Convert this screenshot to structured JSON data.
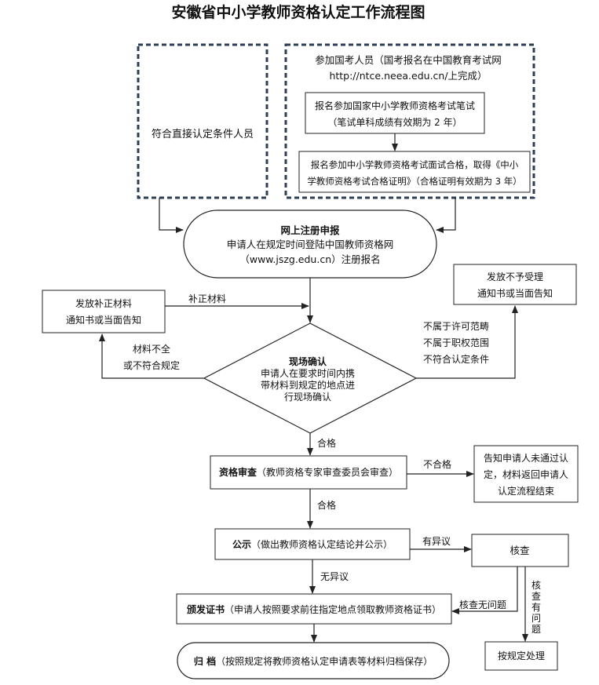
{
  "title": "安徽省中小学教师资格认定工作流程图",
  "boxes": {
    "direct": "符合直接认定条件人员",
    "exam_group_line1": "参加国考人员（国考报名在中国教育考试网",
    "exam_group_line2": "http://ntce.neea.edu.cn/上完成）",
    "written_line1": "报名参加国家中小学教师资格考试笔试",
    "written_line2": "（笔试单科成绩有效期为 2 年）",
    "interview_line1": "报名参加中小学教师资格考试面试合格，取得《中小",
    "interview_line2": "学教师资格考试合格证明》（合格证明有效期为 3 年）",
    "register_title": "网上注册申报",
    "register_line1": "申请人在规定时间登陆中国教师资格网",
    "register_line2": "（www.jszg.edu.cn）注册报名",
    "supplement_line1": "发放补正材料",
    "supplement_line2": "通知书或当面告知",
    "reject_line1": "发放不予受理",
    "reject_line2": "通知书或当面告知",
    "confirm_title": "现场确认",
    "confirm_line1": "申请人在要求时间内携",
    "confirm_line2": "带材料到规定的地点进",
    "confirm_line3": "行现场确认",
    "review_bold": "资格审查",
    "review_rest": "（教师资格专家审查委员会审查）",
    "notify_fail_line1": "告知申请人未通过认",
    "notify_fail_line2": "定，材料返回申请人",
    "notify_fail_line3": "认定流程结束",
    "publicity_bold": "公示",
    "publicity_rest": "（做出教师资格认定结论并公示）",
    "verify": "核查",
    "issue_bold": "颁发证书",
    "issue_rest": "（申请人按照要求前往指定地点领取教师资格证书）",
    "handle": "按规定处理",
    "archive_bold": "归 档",
    "archive_rest": "（按照规定将教师资格认定申请表等材料归档保存）"
  },
  "labels": {
    "supplement_materials": "补正材料",
    "incomplete_line1": "材料不全",
    "incomplete_line2": "或不符合规定",
    "not_accepted_line1": "不属于许可范畴",
    "not_accepted_line2": "不属于职权范围",
    "not_accepted_line3": "不符合认定条件",
    "pass1": "合格",
    "fail": "不合格",
    "pass2": "合格",
    "objection": "有异议",
    "no_objection": "无异议",
    "verify_ok": "核查无问题",
    "verify_issue": [
      "核",
      "查",
      "有",
      "问",
      "题"
    ]
  }
}
